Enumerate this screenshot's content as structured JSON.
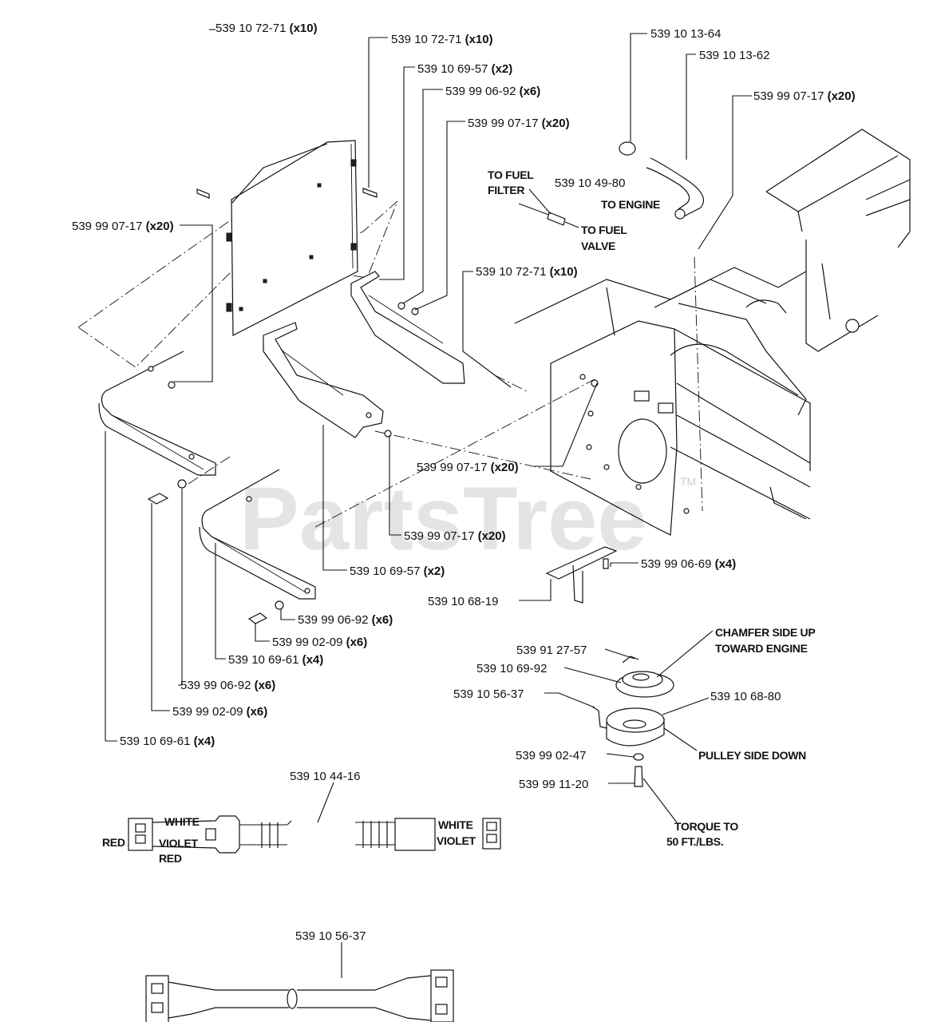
{
  "watermark": {
    "text": "PartsTree",
    "tm": "TM"
  },
  "callouts": {
    "top_left_screws": {
      "part": "539 10 72-71",
      "qty": "(x10)"
    },
    "panel_screws": {
      "part": "539 10 72-71",
      "qty": "(x10)"
    },
    "upper_bracket": {
      "part": "539 10 69-57",
      "qty": "(x2)"
    },
    "upper_washer": {
      "part": "539 99 06-92",
      "qty": "(x6)"
    },
    "upper_nut": {
      "part": "539 99 07-17",
      "qty": "(x20)"
    },
    "left_nut": {
      "part": "539 99 07-17",
      "qty": "(x20)"
    },
    "fuel_filter_fitting": {
      "part": "539 10 49-80"
    },
    "fuel_hose_cap": {
      "part": "539 10 13-64"
    },
    "fuel_hose": {
      "part": "539 10 13-62"
    },
    "frame_nut": {
      "part": "539 99 07-17",
      "qty": "(x20)"
    },
    "frame_screws": {
      "part": "539 10 72-71",
      "qty": "(x10)"
    },
    "mid_nut": {
      "part": "539 99 07-17",
      "qty": "(x20)"
    },
    "lower_nut": {
      "part": "539 99 07-17",
      "qty": "(x20)"
    },
    "lower_bracket": {
      "part": "539 10 69-57",
      "qty": "(x2)"
    },
    "stop_bracket": {
      "part": "539 10 68-19"
    },
    "stop_bolt": {
      "part": "539 99 06-69",
      "qty": "(x4)"
    },
    "washer_a": {
      "part": "539 99 06-92",
      "qty": "(x6)"
    },
    "bolt_a": {
      "part": "539 99 02-09",
      "qty": "(x6)"
    },
    "bar_a": {
      "part": "539 10 69-61",
      "qty": "(x4)"
    },
    "washer_b": {
      "part": "539 99 06-92",
      "qty": "(x6)"
    },
    "bolt_b": {
      "part": "539 99 02-09",
      "qty": "(x6)"
    },
    "bar_b": {
      "part": "539 10 69-61",
      "qty": "(x4)"
    },
    "key": {
      "part": "539 91 27-57"
    },
    "pulley": {
      "part": "539 10 69-92"
    },
    "clutch_harness": {
      "part": "539 10 56-37"
    },
    "clutch": {
      "part": "539 10 68-80"
    },
    "clutch_washer": {
      "part": "539 99 02-47"
    },
    "clutch_bolt": {
      "part": "539 99 11-20"
    },
    "adapter_harness": {
      "part": "539 10 44-16"
    },
    "bottom_harness": {
      "part": "539 10 56-37"
    }
  },
  "notes": {
    "to_fuel_filter_1": "TO FUEL",
    "to_fuel_filter_2": "FILTER",
    "to_engine": "TO ENGINE",
    "to_fuel_valve_1": "TO FUEL",
    "to_fuel_valve_2": "VALVE",
    "chamfer_1": "CHAMFER SIDE UP",
    "chamfer_2": "TOWARD ENGINE",
    "pulley_side_down": "PULLEY SIDE DOWN",
    "torque_1": "TORQUE TO",
    "torque_2": "50 FT./LBS."
  },
  "wires": {
    "left_white": "WHITE",
    "left_violet": "VIOLET",
    "left_red_a": "RED",
    "left_red_b": "RED",
    "right_white": "WHITE",
    "right_violet": "VIOLET"
  }
}
